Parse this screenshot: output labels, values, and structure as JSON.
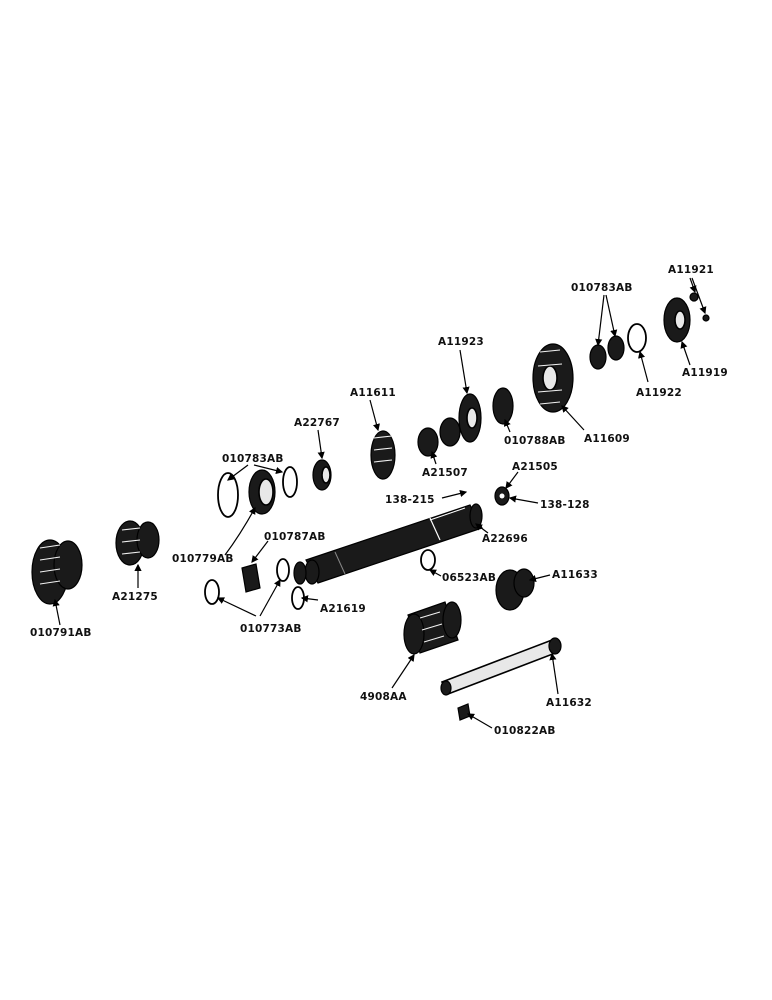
{
  "parts": {
    "p010791AB": "010791AB",
    "pA21275": "A21275",
    "p010783AB_left": "010783AB",
    "p010779AB": "010779AB",
    "p010787AB": "010787AB",
    "p010773AB": "010773AB",
    "pA21619": "A21619",
    "pA22767": "A22767",
    "pA11611": "A11611",
    "pA21507": "A21507",
    "pA11923": "A11923",
    "p010788AB": "010788AB",
    "pA11609": "A11609",
    "p010783AB_right": "010783AB",
    "pA11922": "A11922",
    "pA11921": "A11921",
    "pA11919": "A11919",
    "pA21505": "A21505",
    "p138_215": "138-215",
    "p138_128": "138-128",
    "pA22696": "A22696",
    "p06523AB": "06523AB",
    "pA11633": "A11633",
    "p4908AA": "4908AA",
    "pA11632": "A11632",
    "p010822AB": "010822AB"
  }
}
